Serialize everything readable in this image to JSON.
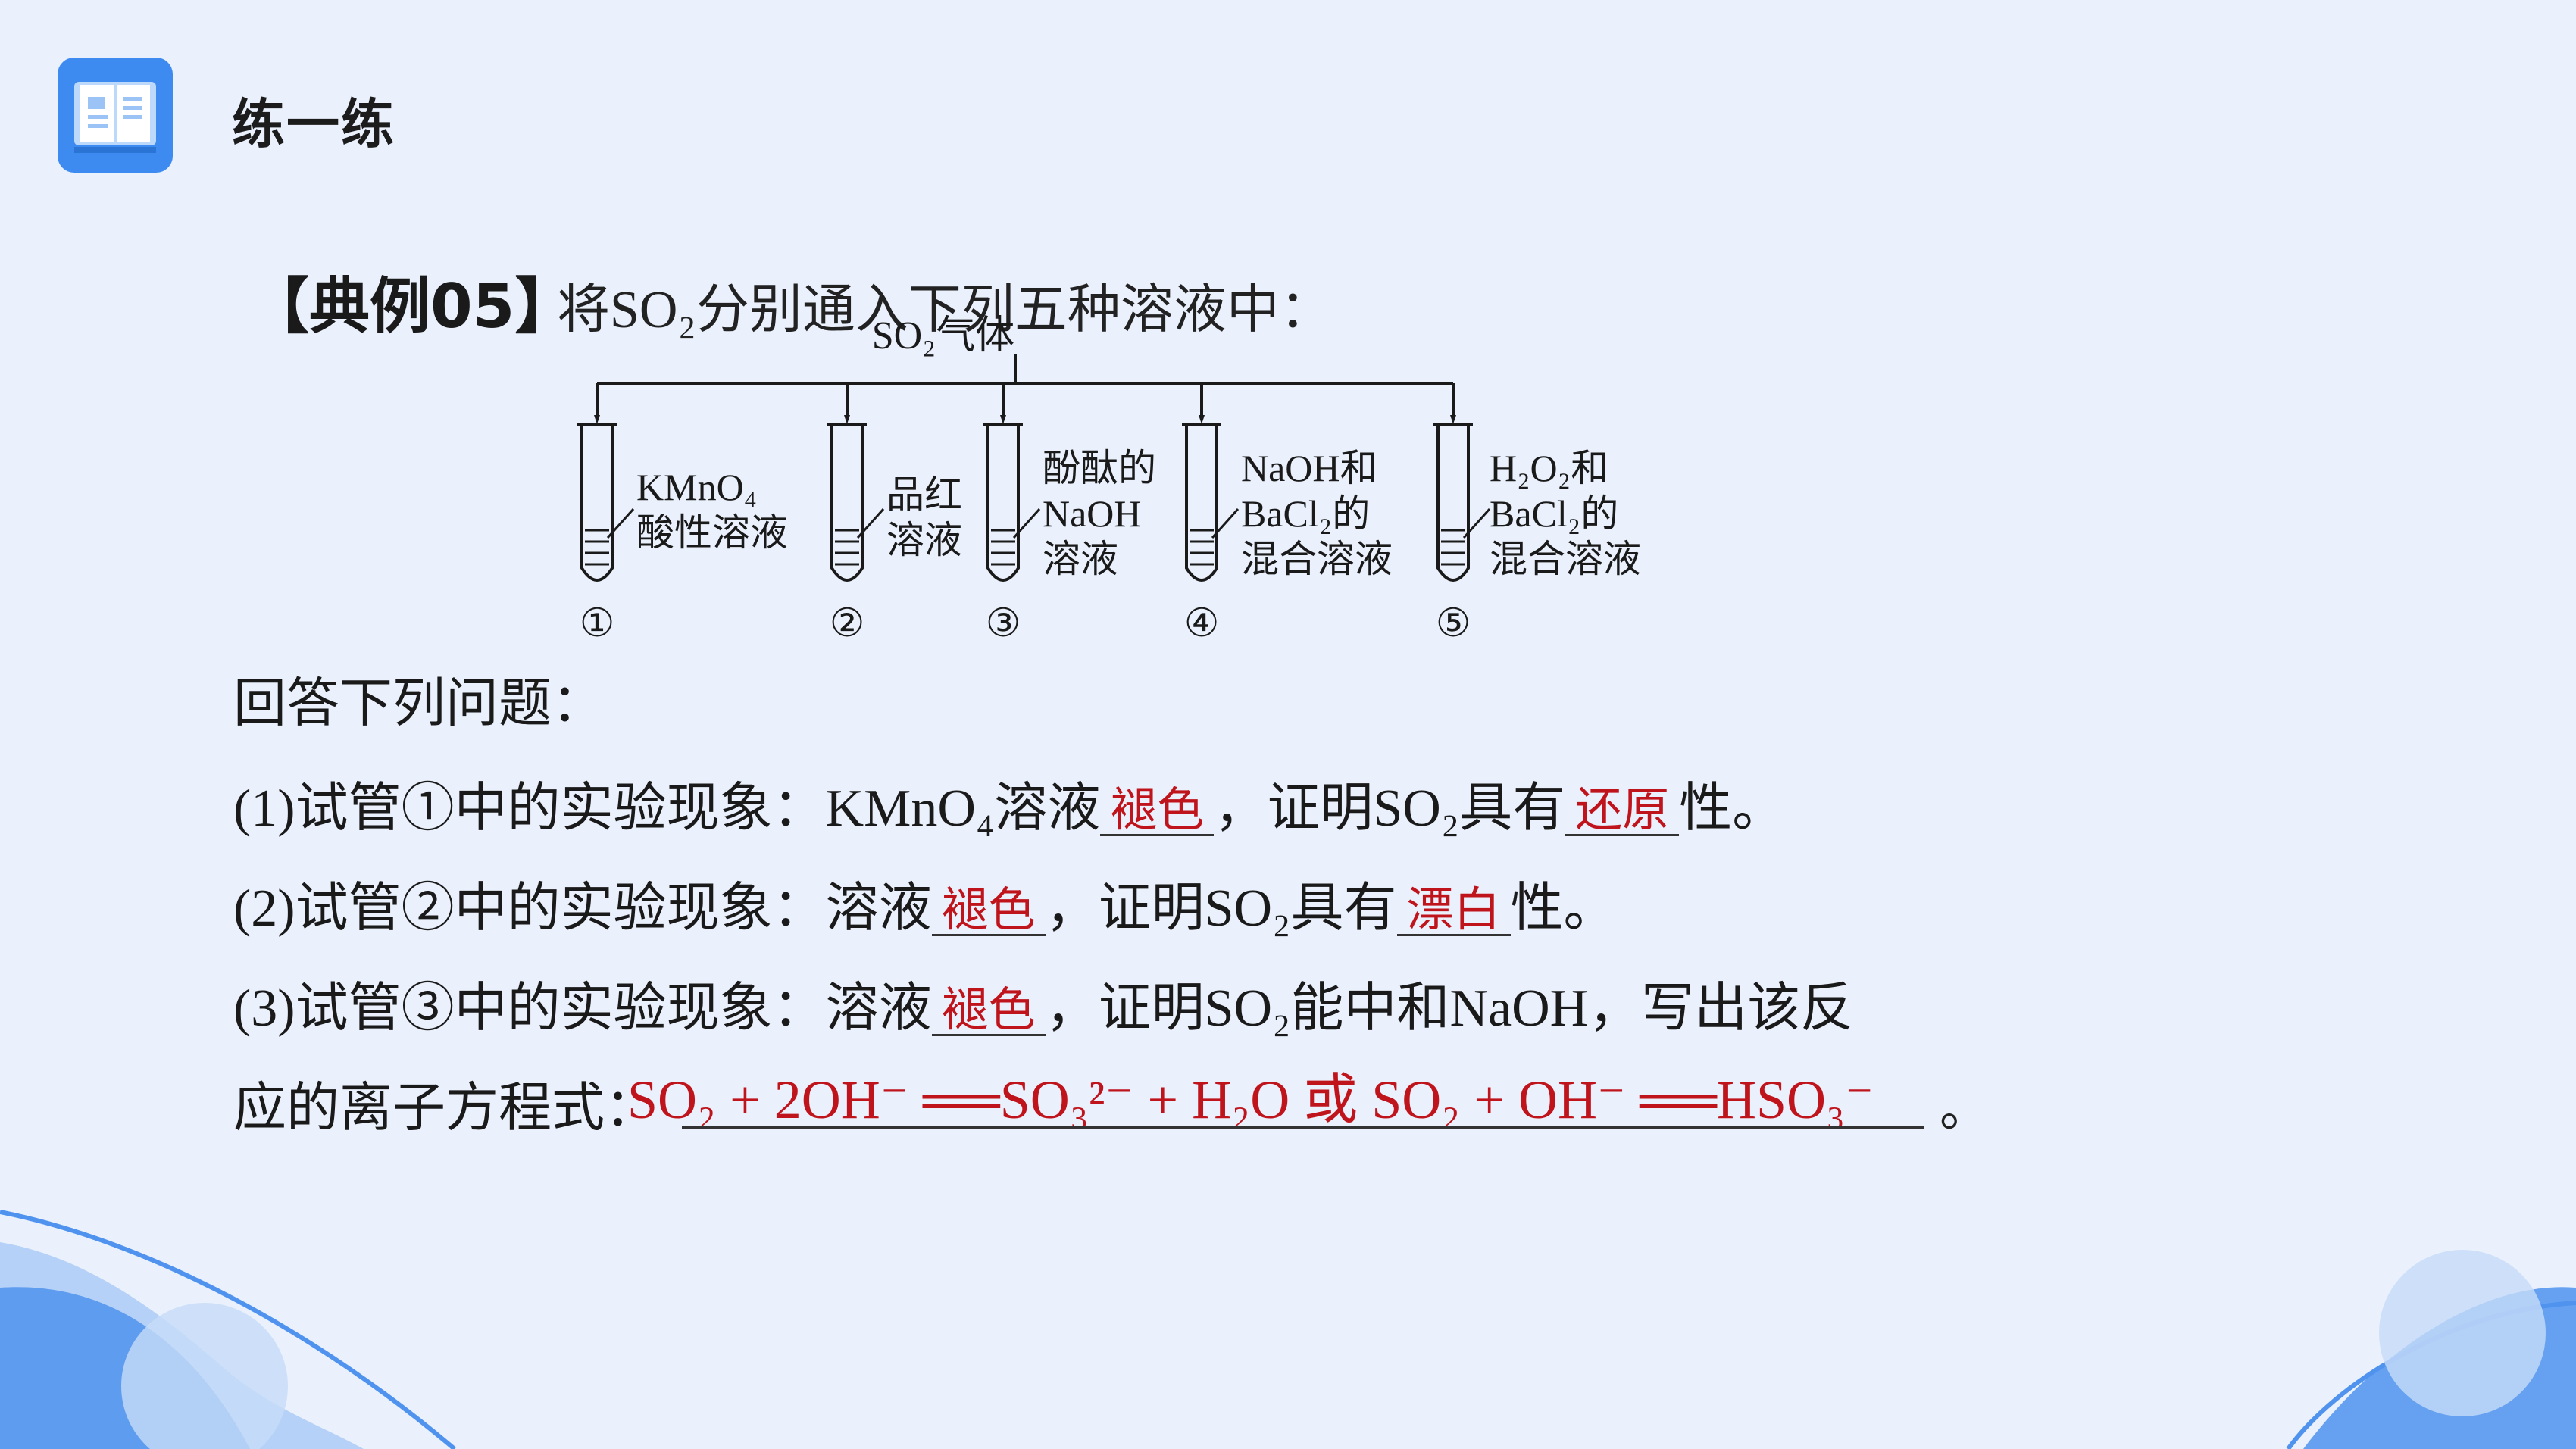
{
  "header": {
    "title": "练一练",
    "icon": "book-icon",
    "accent": "#3d8bf0"
  },
  "example": {
    "label": "【典例05】",
    "intro": "将SO₂分别通入下列五种溶液中："
  },
  "apparatus": {
    "gas_label": "SO₂气体",
    "tubes": [
      {
        "number": "①",
        "lines": [
          "KMnO₄",
          "酸性溶液"
        ]
      },
      {
        "number": "②",
        "lines": [
          "品红",
          "溶液"
        ]
      },
      {
        "number": "③",
        "lines": [
          "酚酞的",
          "NaOH",
          "溶液"
        ]
      },
      {
        "number": "④",
        "lines": [
          "NaOH和",
          "BaCl₂的",
          "混合溶液"
        ]
      },
      {
        "number": "⑤",
        "lines": [
          "H₂O₂和",
          "BaCl₂的",
          "混合溶液"
        ]
      }
    ]
  },
  "questions": {
    "prompt": "回答下列问题：",
    "q1": {
      "pre": "(1)试管①中的实验现象：KMnO₄溶液",
      "blank1": "褪色",
      "mid": "，证明SO₂具有",
      "blank2": "还原",
      "post": "性。"
    },
    "q2": {
      "pre": "(2)试管②中的实验现象：溶液",
      "blank1": "褪色",
      "mid": "，证明SO₂具有",
      "blank2": "漂白",
      "post": "性。"
    },
    "q3": {
      "pre": "(3)试管③中的实验现象：溶液",
      "blank1": "褪色",
      "post": "，证明SO₂能中和NaOH，写出该反"
    },
    "q3_cont": {
      "pre": "应的离子方程式：",
      "answer": "SO₂ + 2OH⁻ ══SO₃²⁻ + H₂O 或 SO₂ + OH⁻ ══HSO₃⁻",
      "end": "。"
    }
  },
  "colors": {
    "background": "#eaf1fc",
    "answer_red": "#c0141c",
    "wave_blue": "#5b9cf2"
  }
}
